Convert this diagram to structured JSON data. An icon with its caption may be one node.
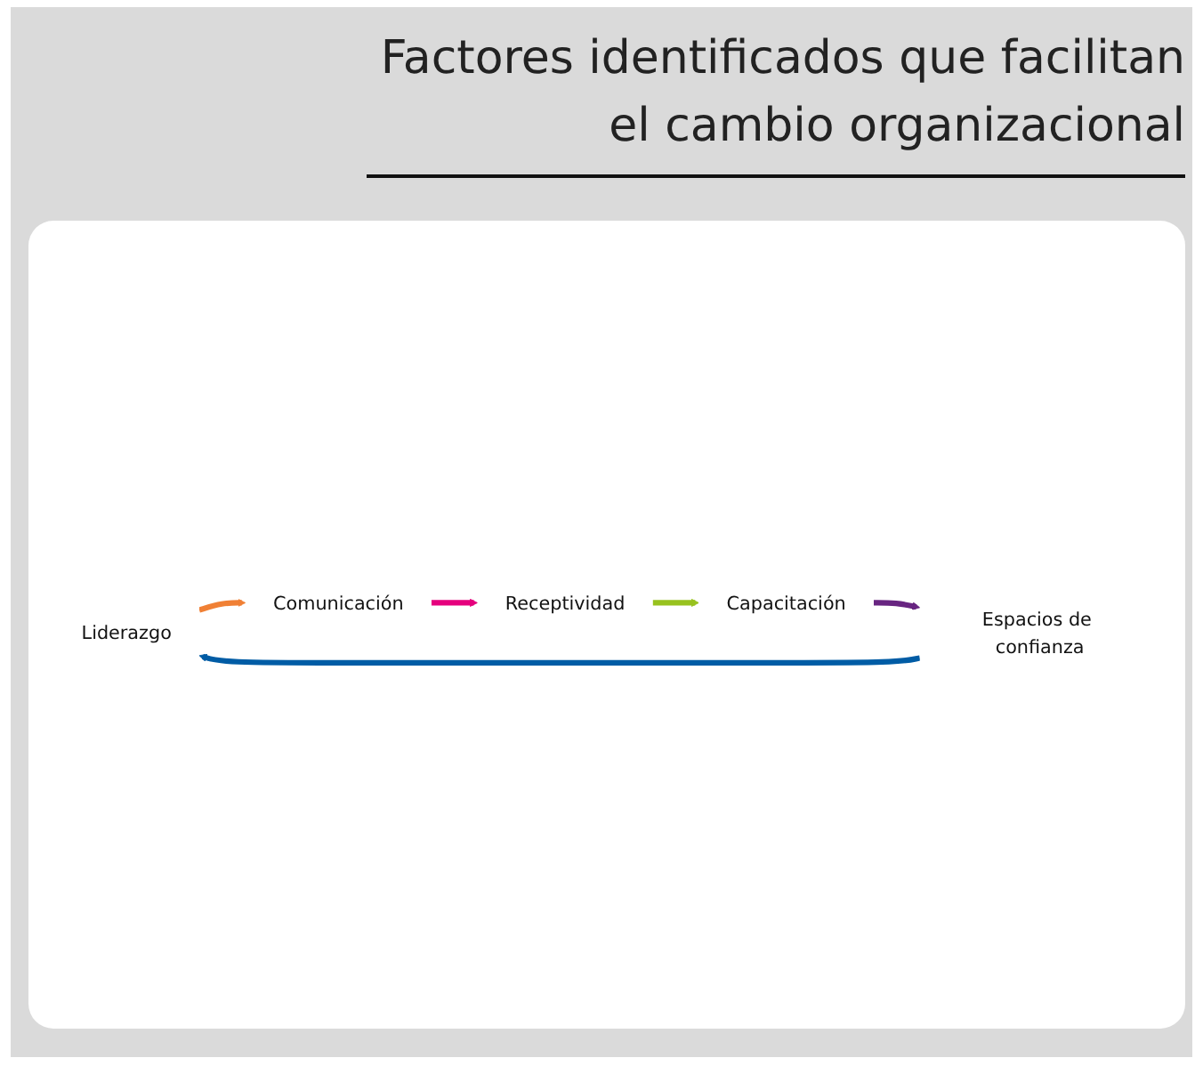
{
  "diagram": {
    "title": "Factores identificados que facilitan el cambio organizacional",
    "nodes": [
      {
        "text": [
          "Liderazgo"
        ]
      },
      {
        "text": [
          "Comunicación"
        ]
      },
      {
        "text": [
          "Receptividad"
        ]
      },
      {
        "text": [
          "Capacitación"
        ]
      },
      {
        "text": [
          "Espacios de confianza"
        ]
      }
    ],
    "edges": [
      {
        "from": 0,
        "to": 1,
        "arrow": "to",
        "color": "#f08035"
      },
      {
        "from": 1,
        "to": 2,
        "arrow": "to",
        "color": "#e5007d"
      },
      {
        "from": 2,
        "to": 3,
        "arrow": "to",
        "color": "#98c21f"
      },
      {
        "from": 3,
        "to": 4,
        "arrow": "to",
        "color": "#682581"
      },
      {
        "from": 4,
        "to": 0,
        "arrow": "to",
        "color": "#005ca5"
      }
    ]
  }
}
